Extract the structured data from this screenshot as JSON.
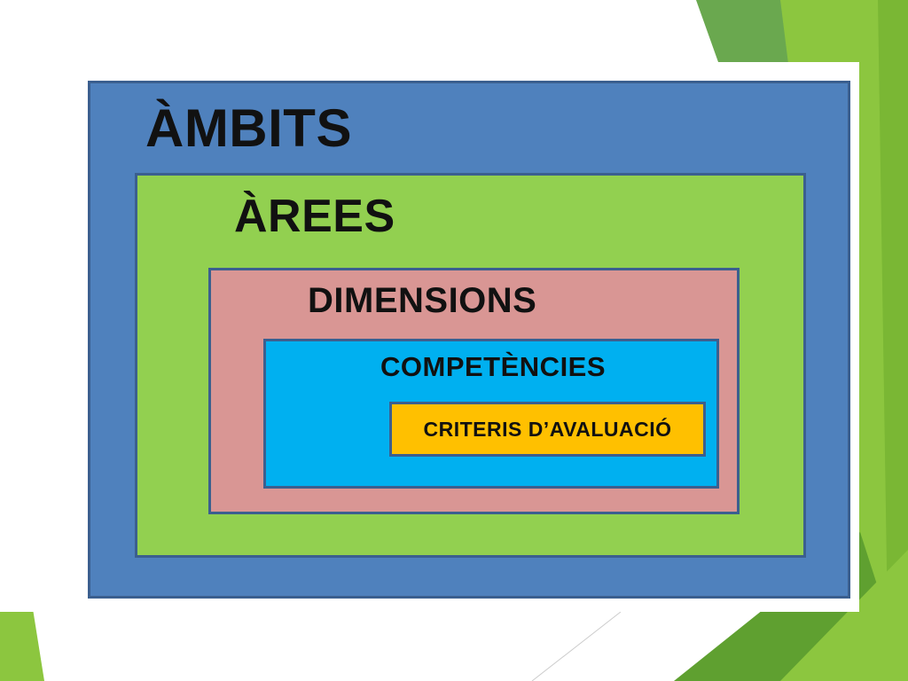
{
  "diagram": {
    "levels": [
      {
        "id": "ambits",
        "label": "ÀMBITS",
        "color": "#4f81bd"
      },
      {
        "id": "arees",
        "label": "ÀREES",
        "color": "#92d050"
      },
      {
        "id": "dimensions",
        "label": "DIMENSIONS",
        "color": "#d99694"
      },
      {
        "id": "competencies",
        "label": "COMPETÈNCIES",
        "color": "#00b0f0"
      },
      {
        "id": "criteris",
        "label": "CRITERIS D’AVALUACIÓ",
        "color": "#ffc000"
      }
    ]
  },
  "theme": {
    "accent_green": "#8cc63f",
    "dark_green": "#5fa030",
    "border": "#3b5f8f"
  }
}
